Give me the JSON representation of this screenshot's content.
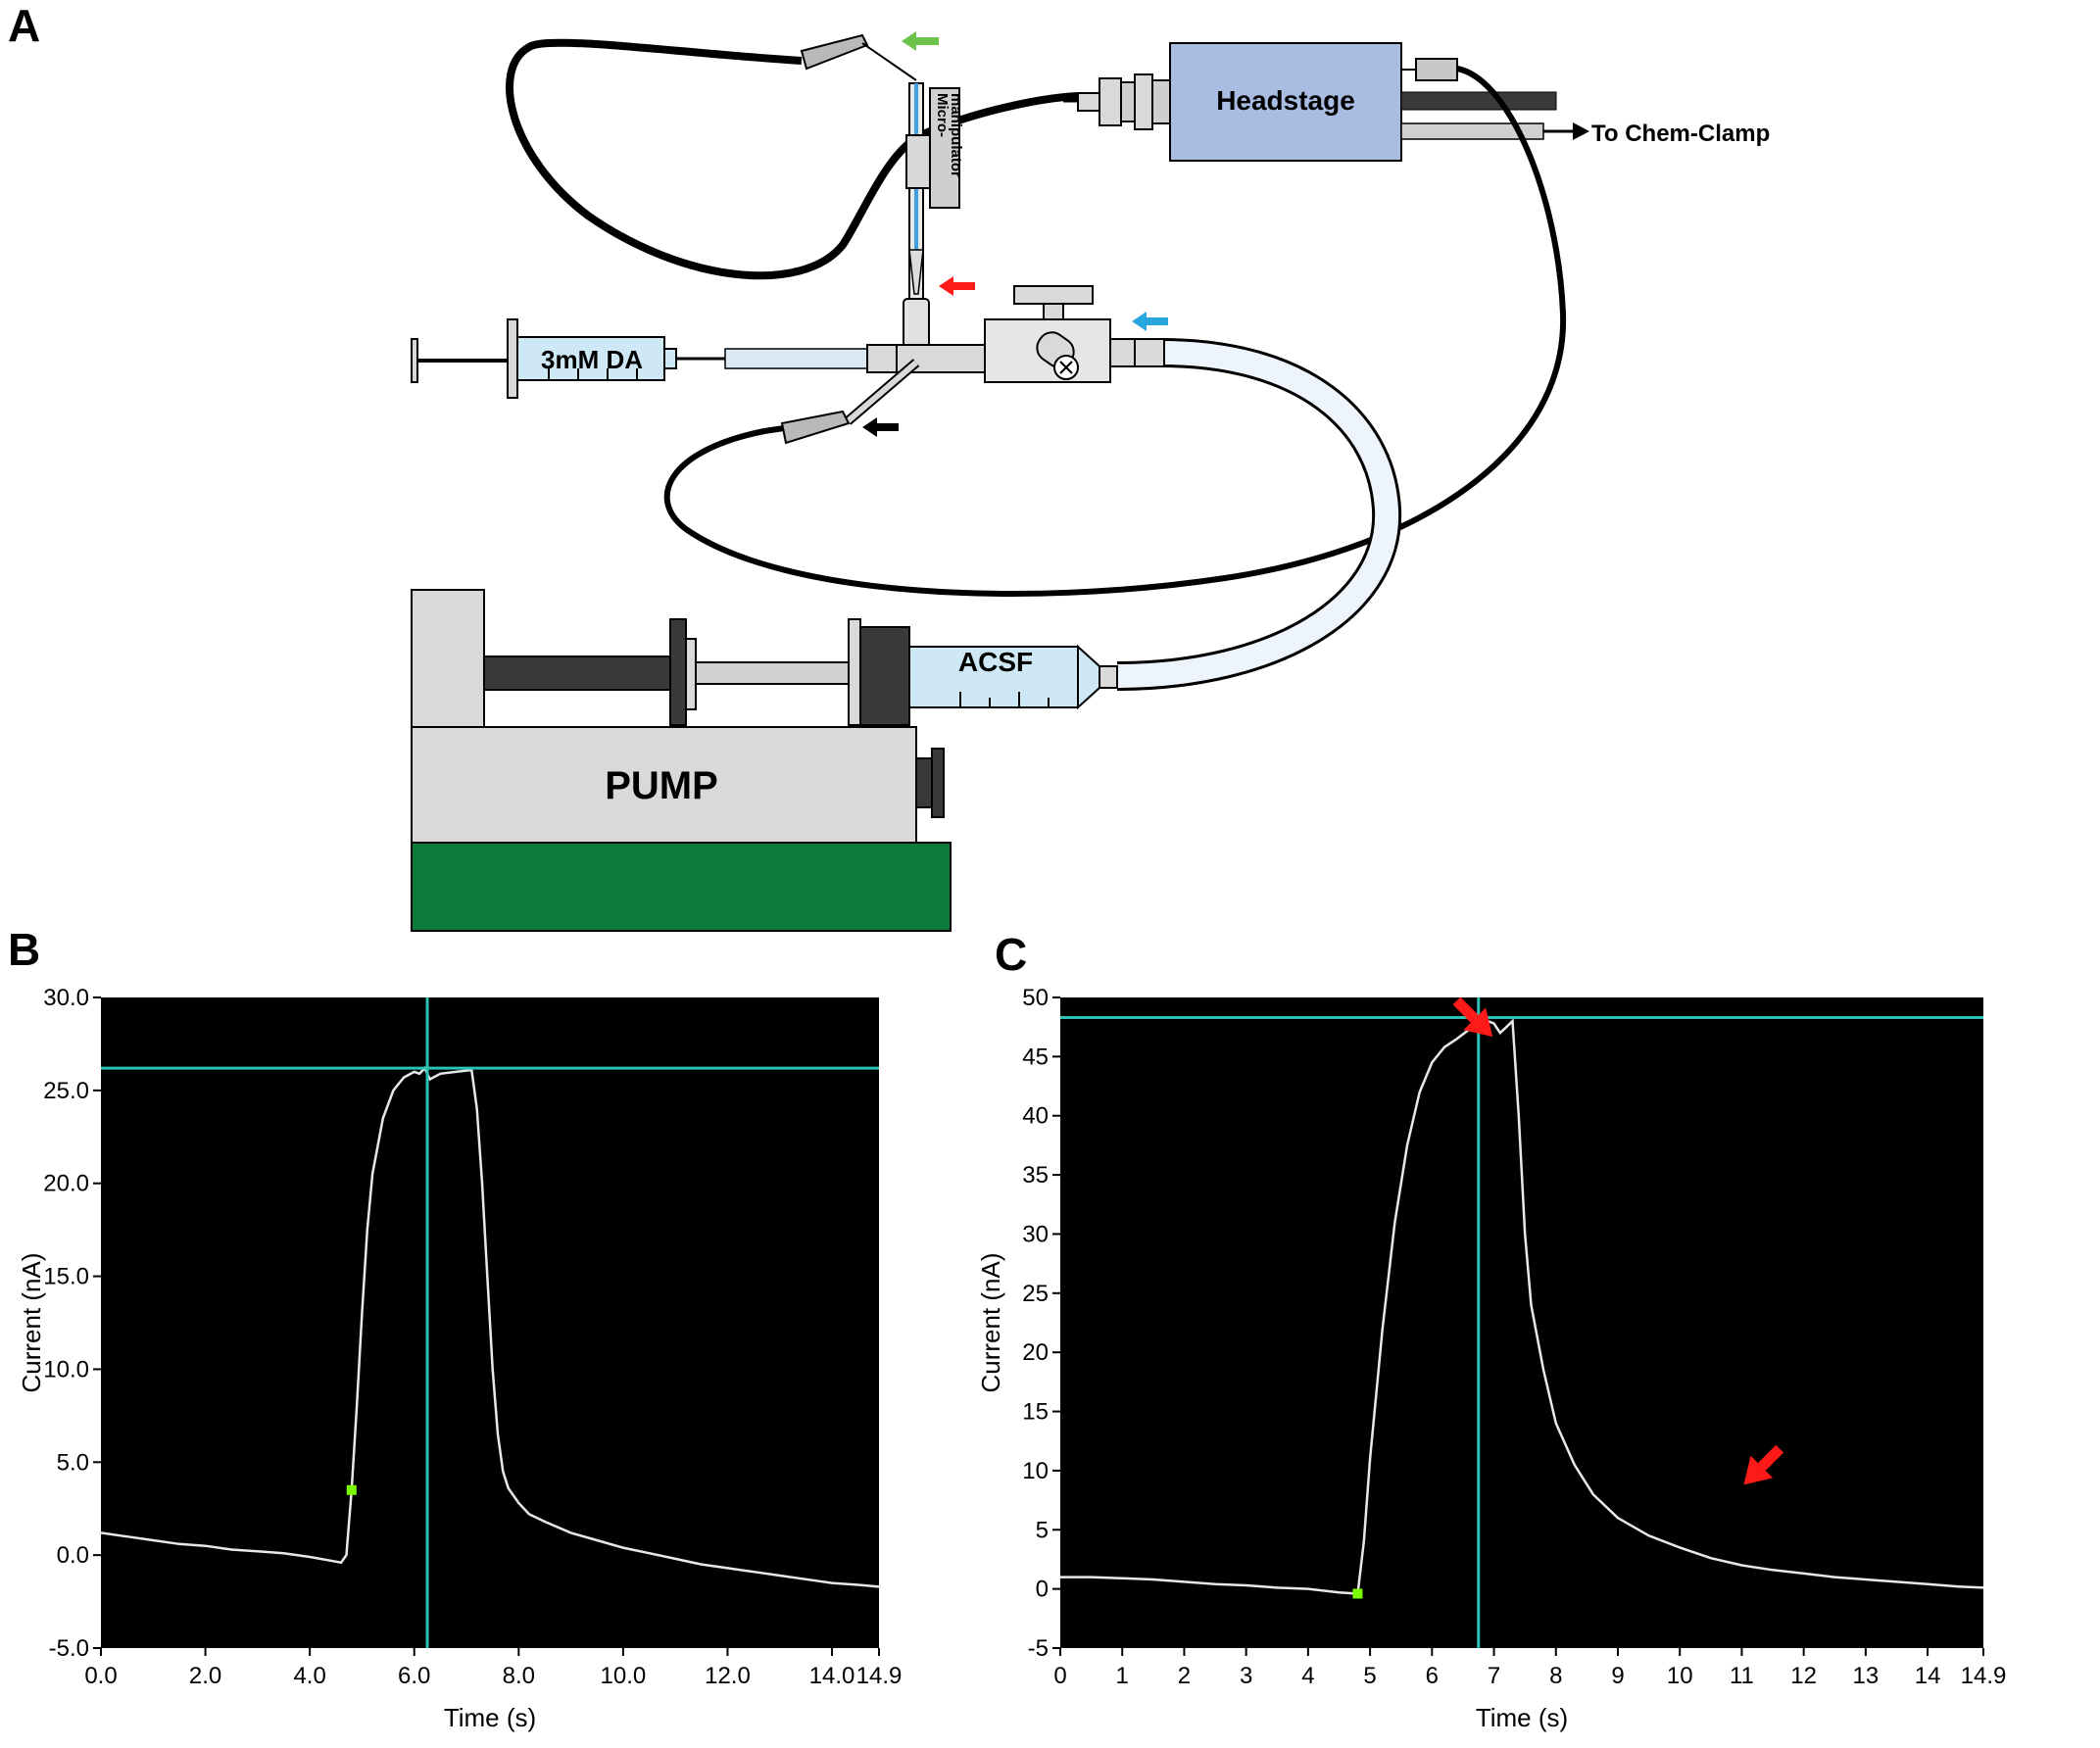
{
  "panels": {
    "a": "A",
    "b": "B",
    "c": "C"
  },
  "labels": {
    "headstage": "Headstage",
    "to_chem_clamp": "To Chem-Clamp",
    "micromanipulator_line1": "Micro-",
    "micromanipulator_line2": "manipulator",
    "da_syringe": "3mM DA",
    "acsf": "ACSF",
    "pump": "PUMP"
  },
  "colors": {
    "headstage_fill": "#a9bde3",
    "pump_base": "#0b7a3a",
    "plot_bg": "#000000",
    "trace": "#e8e8e8",
    "cursor": "#2bc1b3",
    "marker": "#7cfc00",
    "arrow_red": "#ff1a1a",
    "arrow_green": "#6cc24a",
    "arrow_blue": "#29a8e0",
    "arrow_black": "#000000"
  },
  "chart_data": [
    {
      "type": "line",
      "panel": "B",
      "xlabel": "Time (s)",
      "ylabel": "Current (nA)",
      "xlim": [
        0,
        14.9
      ],
      "ylim": [
        -5,
        30
      ],
      "xticks": [
        "0.0",
        "2.0",
        "4.0",
        "6.0",
        "8.0",
        "10.0",
        "12.0",
        "14.0",
        "14.9"
      ],
      "xtick_values": [
        0,
        2,
        4,
        6,
        8,
        10,
        12,
        14,
        14.9
      ],
      "yticks": [
        "-5.0",
        "0.0",
        "5.0",
        "10.0",
        "15.0",
        "20.0",
        "25.0",
        "30.0"
      ],
      "ytick_values": [
        -5,
        0,
        5,
        10,
        15,
        20,
        25,
        30
      ],
      "cursor": {
        "x": 6.25,
        "y": 26.2
      },
      "marker": {
        "x": 4.8,
        "y": 3.5
      },
      "series": [
        {
          "x": [
            0,
            0.5,
            1,
            1.5,
            2,
            2.5,
            3,
            3.5,
            4,
            4.4,
            4.6,
            4.7,
            4.8,
            4.9,
            5.0,
            5.1,
            5.2,
            5.4,
            5.6,
            5.8,
            6.0,
            6.1,
            6.2,
            6.3,
            6.5,
            6.8,
            7.1,
            7.2,
            7.3,
            7.4,
            7.5,
            7.6,
            7.7,
            7.8,
            8.0,
            8.2,
            8.5,
            9.0,
            9.5,
            10,
            10.5,
            11,
            11.5,
            12,
            12.5,
            13,
            13.5,
            14,
            14.5,
            14.9
          ],
          "y": [
            1.2,
            1.0,
            0.8,
            0.6,
            0.5,
            0.3,
            0.2,
            0.1,
            -0.1,
            -0.3,
            -0.4,
            0.0,
            3.5,
            8.0,
            13.0,
            17.5,
            20.5,
            23.5,
            25.0,
            25.7,
            26.0,
            25.9,
            26.2,
            25.6,
            25.9,
            26.0,
            26.1,
            24.0,
            20.0,
            15.0,
            10.0,
            6.5,
            4.5,
            3.6,
            2.8,
            2.2,
            1.8,
            1.2,
            0.8,
            0.4,
            0.1,
            -0.2,
            -0.5,
            -0.7,
            -0.9,
            -1.1,
            -1.3,
            -1.5,
            -1.6,
            -1.7
          ]
        }
      ]
    },
    {
      "type": "line",
      "panel": "C",
      "xlabel": "Time (s)",
      "ylabel": "Current (nA)",
      "xlim": [
        0,
        14.9
      ],
      "ylim": [
        -5,
        50
      ],
      "xticks": [
        "0",
        "1",
        "2",
        "3",
        "4",
        "5",
        "6",
        "7",
        "8",
        "9",
        "10",
        "11",
        "12",
        "13",
        "14",
        "14.9"
      ],
      "xtick_values": [
        0,
        1,
        2,
        3,
        4,
        5,
        6,
        7,
        8,
        9,
        10,
        11,
        12,
        13,
        14,
        14.9
      ],
      "yticks": [
        "-5",
        "0",
        "5",
        "10",
        "15",
        "20",
        "25",
        "30",
        "35",
        "40",
        "45",
        "50"
      ],
      "ytick_values": [
        -5,
        0,
        5,
        10,
        15,
        20,
        25,
        30,
        35,
        40,
        45,
        50
      ],
      "cursor": {
        "x": 6.75,
        "y": 48.3
      },
      "marker": {
        "x": 4.8,
        "y": -0.4
      },
      "arrows": [
        {
          "x": 7.2,
          "y": 47.5
        },
        {
          "x": 11.0,
          "y": 3.0
        }
      ],
      "series": [
        {
          "x": [
            0,
            0.5,
            1,
            1.5,
            2,
            2.5,
            3,
            3.5,
            4,
            4.5,
            4.8,
            4.9,
            5.0,
            5.2,
            5.4,
            5.6,
            5.8,
            6.0,
            6.2,
            6.4,
            6.6,
            6.8,
            6.9,
            7.0,
            7.1,
            7.2,
            7.3,
            7.4,
            7.5,
            7.6,
            7.8,
            8.0,
            8.3,
            8.6,
            9.0,
            9.5,
            10,
            10.5,
            11,
            11.5,
            12,
            12.5,
            13,
            13.5,
            14,
            14.5,
            14.9
          ],
          "y": [
            1.0,
            1.0,
            0.9,
            0.8,
            0.6,
            0.4,
            0.3,
            0.1,
            0.0,
            -0.3,
            -0.4,
            4.0,
            11.0,
            22.0,
            31.0,
            37.5,
            42.0,
            44.5,
            45.8,
            46.5,
            47.3,
            48.2,
            48.0,
            47.8,
            47.0,
            47.5,
            48.0,
            40.0,
            30.0,
            24.0,
            18.5,
            14.0,
            10.5,
            8.0,
            6.0,
            4.5,
            3.5,
            2.6,
            2.0,
            1.6,
            1.3,
            1.0,
            0.8,
            0.6,
            0.4,
            0.2,
            0.1
          ]
        }
      ]
    }
  ]
}
